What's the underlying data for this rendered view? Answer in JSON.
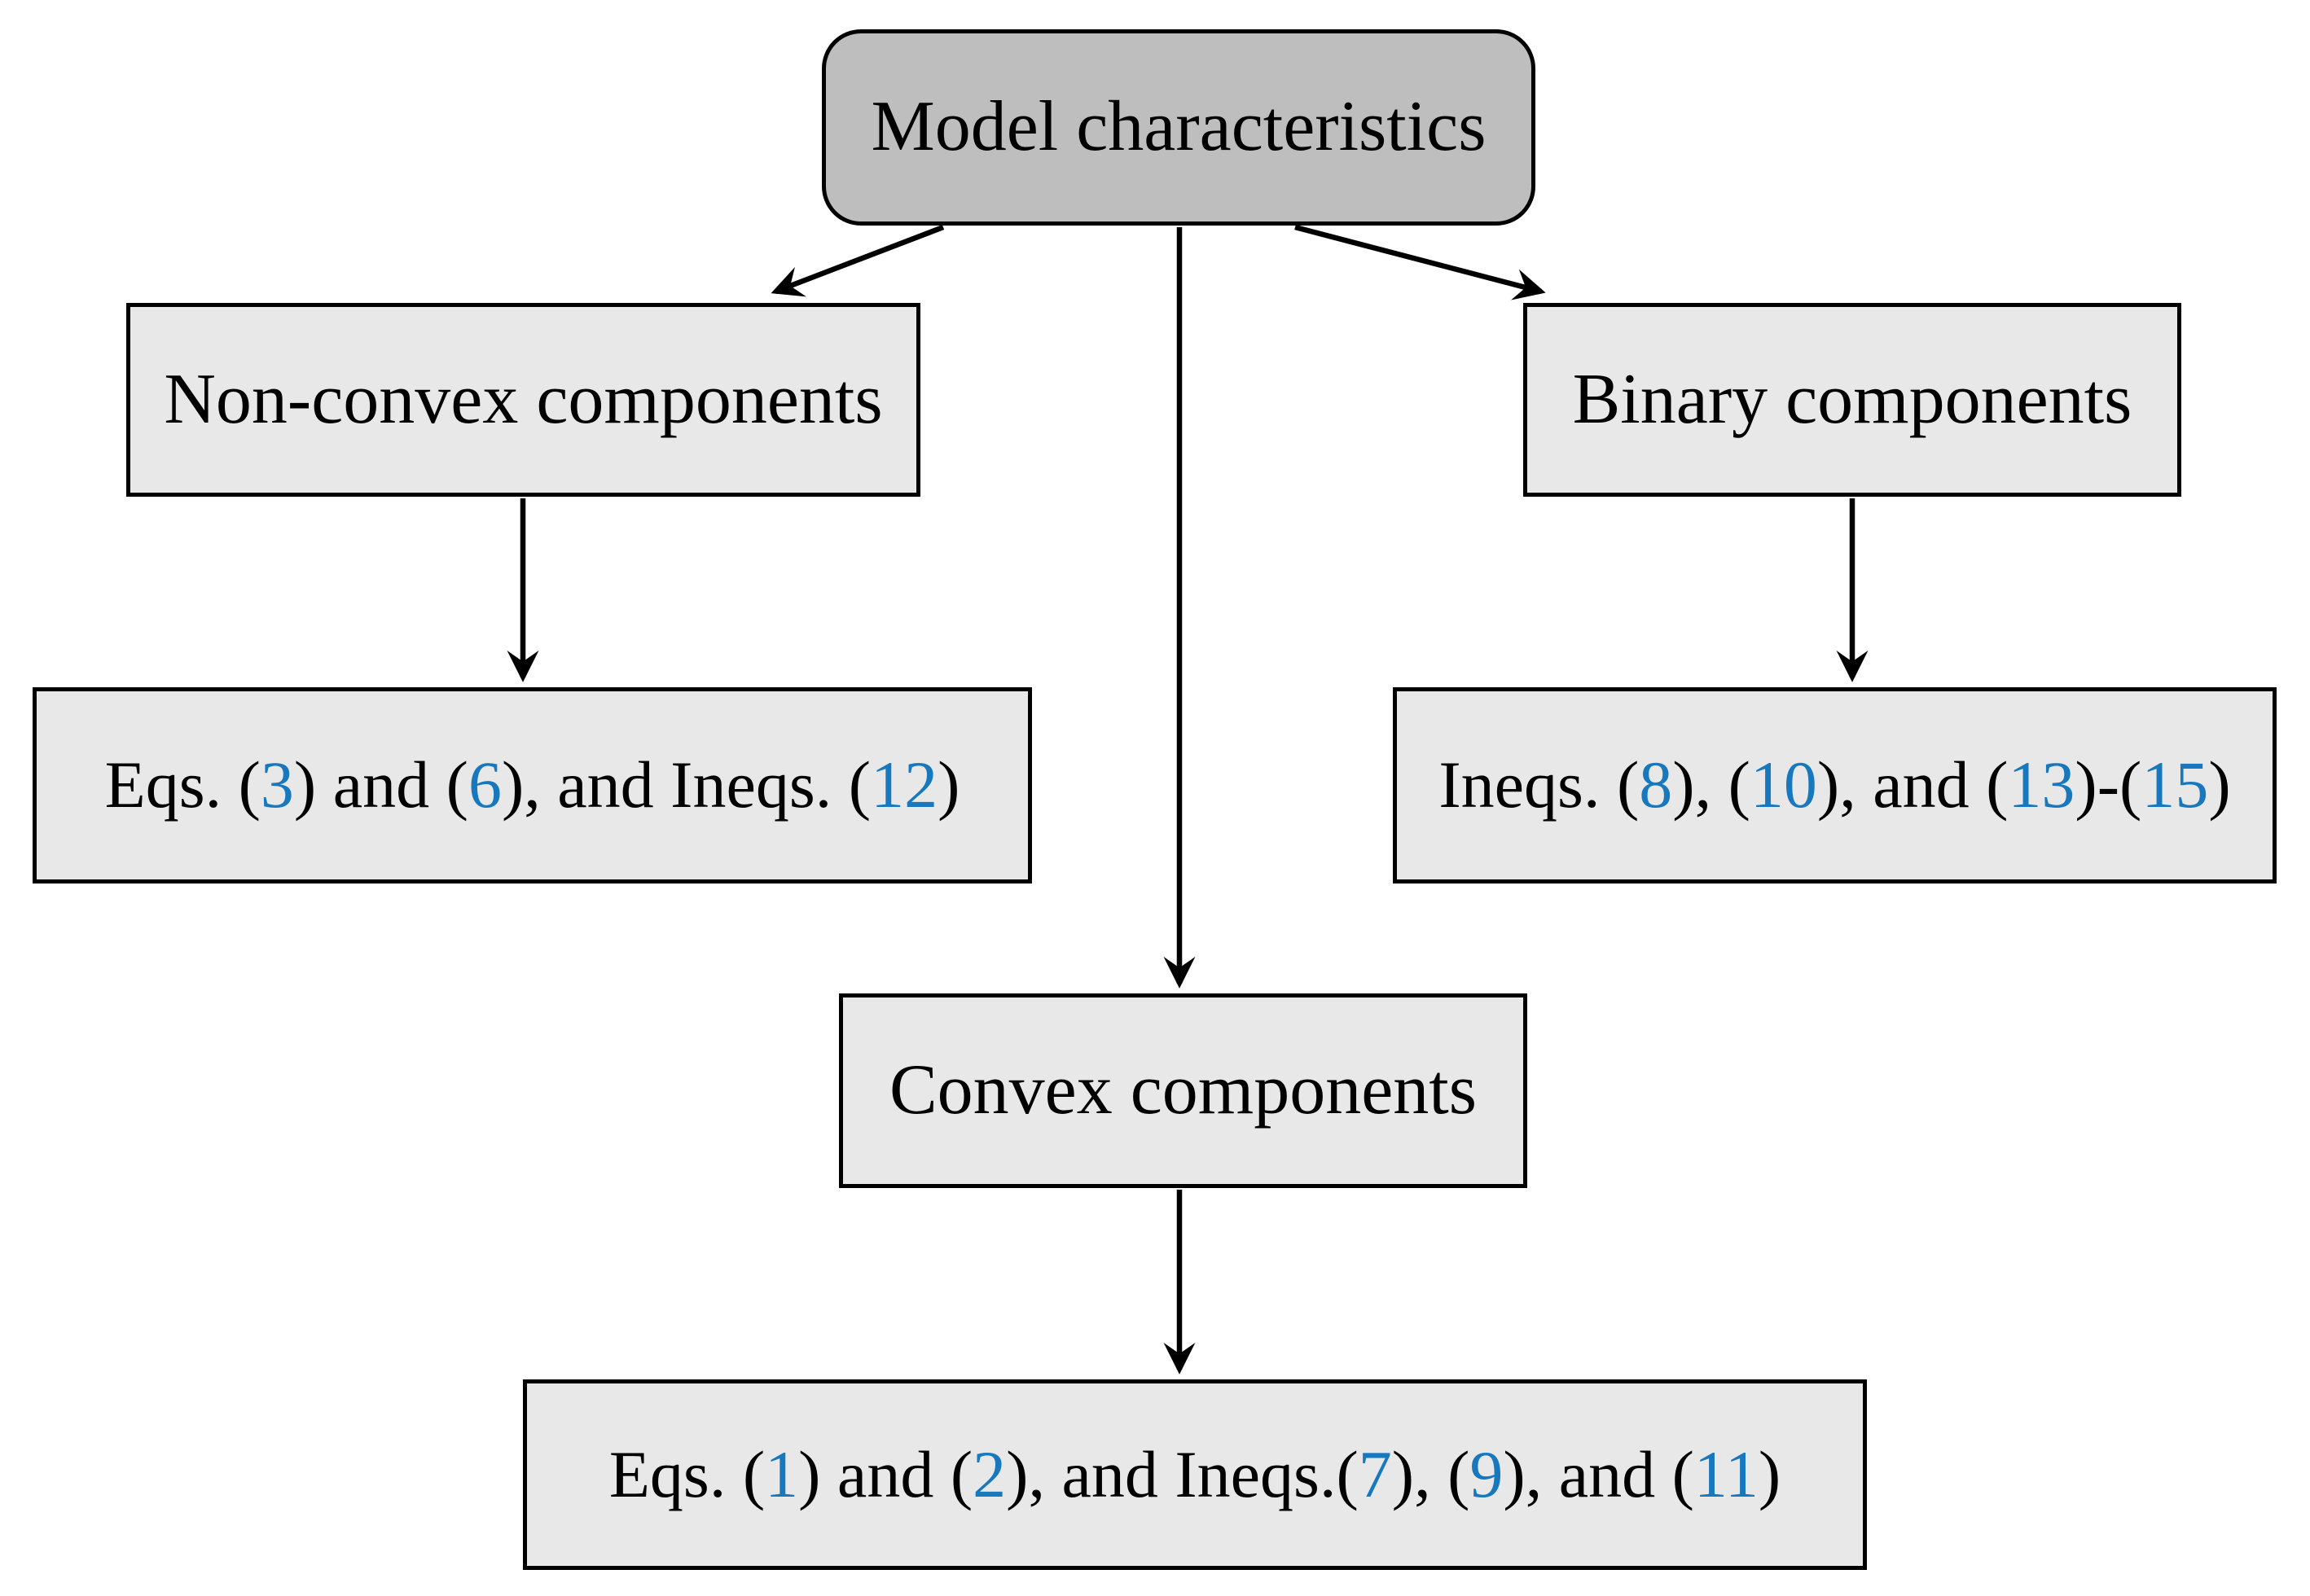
{
  "figure": {
    "type": "flowchart",
    "colors": {
      "root_fill": "#bebebe",
      "node_fill": "#e8e8e8",
      "border": "#000000",
      "text": "#000000",
      "number_blue": "#1778be"
    },
    "nodes": {
      "root": {
        "label": "Model characteristics"
      },
      "non_convex": {
        "label": "Non-convex components"
      },
      "binary": {
        "label": "Binary components"
      },
      "convex": {
        "label": "Convex components"
      },
      "non_convex_refs": {
        "segments": [
          {
            "text": "Eqs. ("
          },
          {
            "text": "3",
            "blue": true
          },
          {
            "text": ") and ("
          },
          {
            "text": "6",
            "blue": true
          },
          {
            "text": "), and Ineqs. ("
          },
          {
            "text": "12",
            "blue": true
          },
          {
            "text": ")"
          }
        ]
      },
      "binary_refs": {
        "segments": [
          {
            "text": "Ineqs. ("
          },
          {
            "text": "8",
            "blue": true
          },
          {
            "text": "), ("
          },
          {
            "text": "10",
            "blue": true
          },
          {
            "text": "), and ("
          },
          {
            "text": "13",
            "blue": true
          },
          {
            "text": ")-("
          },
          {
            "text": "15",
            "blue": true
          },
          {
            "text": ")"
          }
        ]
      },
      "convex_refs": {
        "segments": [
          {
            "text": "Eqs. ("
          },
          {
            "text": "1",
            "blue": true
          },
          {
            "text": ") and ("
          },
          {
            "text": "2",
            "blue": true
          },
          {
            "text": "), and Ineqs.("
          },
          {
            "text": "7",
            "blue": true
          },
          {
            "text": "), ("
          },
          {
            "text": "9",
            "blue": true
          },
          {
            "text": "), and ("
          },
          {
            "text": "11",
            "blue": true
          },
          {
            "text": ")"
          }
        ]
      }
    },
    "edges": [
      {
        "from": "root",
        "to": "non_convex"
      },
      {
        "from": "root",
        "to": "binary"
      },
      {
        "from": "root",
        "to": "convex"
      },
      {
        "from": "non_convex",
        "to": "non_convex_refs"
      },
      {
        "from": "binary",
        "to": "binary_refs"
      },
      {
        "from": "convex",
        "to": "convex_refs"
      }
    ]
  }
}
